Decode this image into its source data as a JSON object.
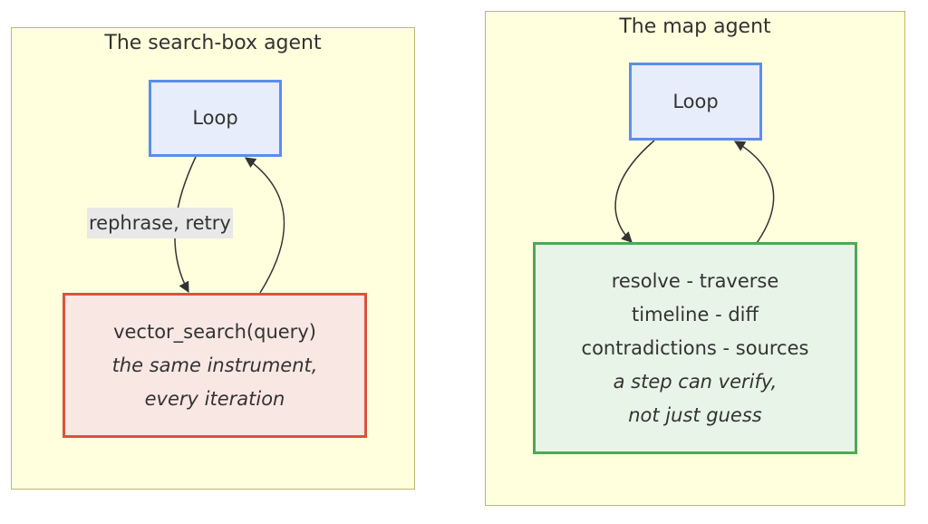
{
  "left_cluster": {
    "title": "The search-box agent",
    "loop_label": "Loop",
    "edge_label": "rephrase, retry",
    "tool_node": {
      "line1": "vector_search(query)",
      "line2": "the same instrument,",
      "line3": "every iteration"
    }
  },
  "right_cluster": {
    "title": "The map agent",
    "loop_label": "Loop",
    "tool_node": {
      "line1": "resolve - traverse",
      "line2": "timeline - diff",
      "line3": "contradictions - sources",
      "line4": "a step can verify,",
      "line5": "not just guess"
    }
  },
  "colors": {
    "cluster_fill": "#ffffde",
    "cluster_border": "#b9b96e",
    "loop_fill": "#e8edfb",
    "loop_border": "#5b8def",
    "red_fill": "#f9e7e4",
    "red_border": "#d9523f",
    "green_fill": "#e8f4e8",
    "green_border": "#4fa854"
  }
}
